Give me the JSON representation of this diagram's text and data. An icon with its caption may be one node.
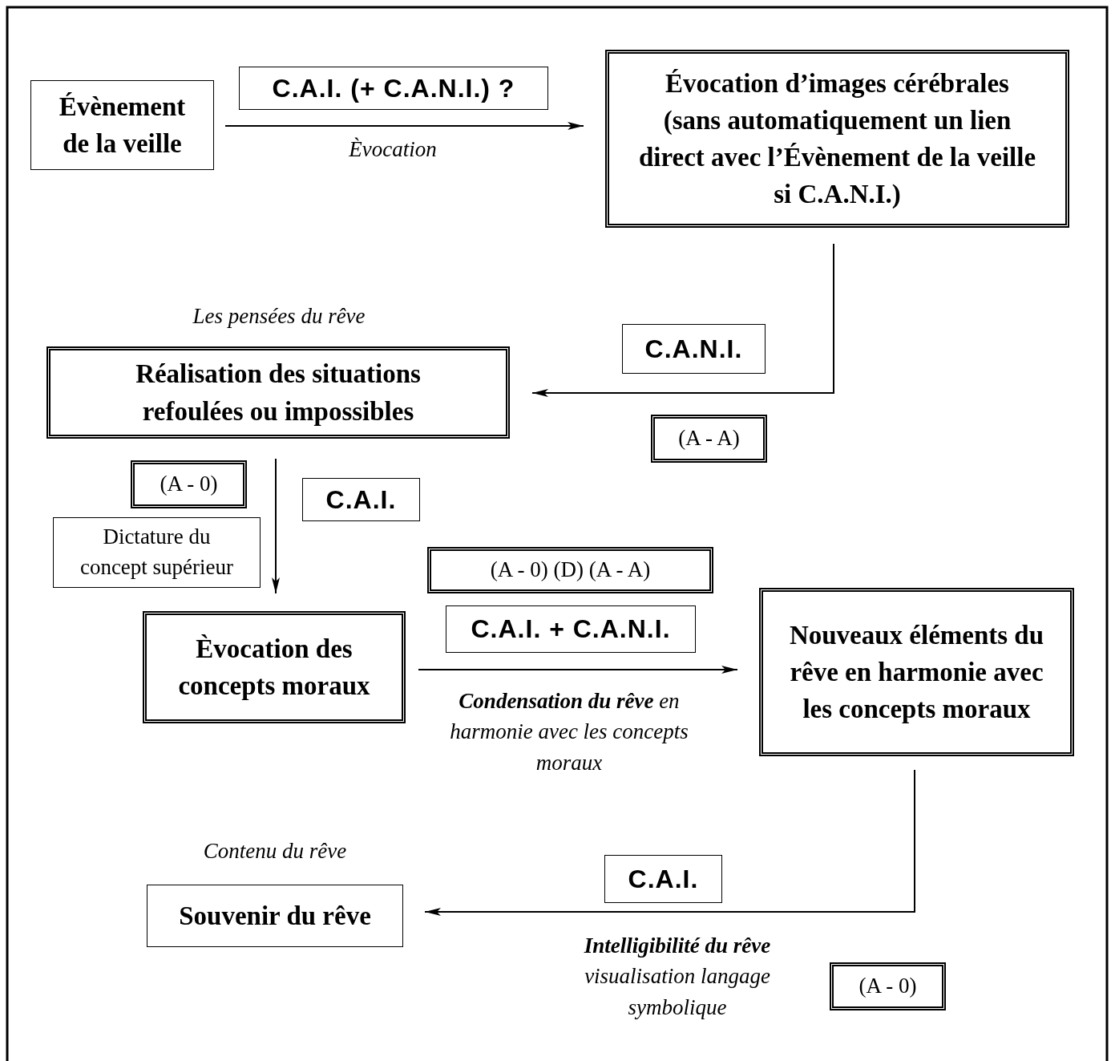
{
  "diagram": {
    "nodes": [
      {
        "text": [
          "Évènement de la veille"
        ]
      },
      {
        "text": [
          "C.A.I. (+ C.A.N.I.) ?"
        ]
      },
      {
        "text": [
          "Évocation d’images cérébrales (sans automatiquement un lien direct avec l’Évènement de la veille si C.A.N.I.)"
        ]
      },
      {
        "text": [
          "C.A.N.I."
        ]
      },
      {
        "text": [
          "Réalisation des situations refoulées ou impossibles"
        ],
        "beside": [
          "Les pensées du rêve"
        ]
      },
      {
        "text": [
          "(A - A)"
        ]
      },
      {
        "text": [
          "(A - 0)"
        ]
      },
      {
        "text": [
          "Dictature du concept supérieur"
        ]
      },
      {
        "text": [
          "C.A.I."
        ]
      },
      {
        "text": [
          "Èvocation des concepts moraux"
        ]
      },
      {
        "text": [
          "(A - 0) (D) (A - A)"
        ]
      },
      {
        "text": [
          "C.A.I. + C.A.N.I."
        ]
      },
      {
        "text": [
          "Nouveaux éléments du rêve en harmonie avec les concepts moraux"
        ]
      },
      {
        "text": [
          "C.A.I."
        ]
      },
      {
        "text": [
          "Souvenir du rêve"
        ],
        "beside": [
          "Contenu du rêve"
        ]
      },
      {
        "text": [
          "(A - 0)"
        ]
      }
    ],
    "edges": [
      {
        "from": 0,
        "to": 2,
        "arrow": "to",
        "label": "Èvocation"
      },
      {
        "from": 2,
        "to": 4,
        "arrow": "to"
      },
      {
        "from": 4,
        "to": 9,
        "arrow": "to"
      },
      {
        "from": 9,
        "to": 12,
        "arrow": "to",
        "label": "**Condensation du rêve** en harmonie avec les concepts moraux"
      },
      {
        "from": 12,
        "to": 14,
        "arrow": "to",
        "label": "**Intelligibilité du rêve** visualisation langage symbolique"
      }
    ]
  }
}
